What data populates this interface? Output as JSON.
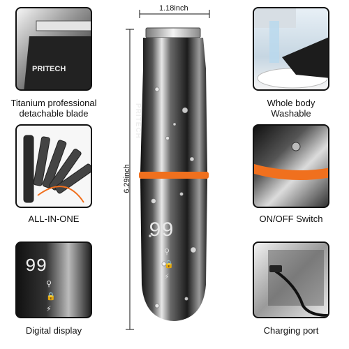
{
  "dimensions": {
    "width_label": "1.18inch",
    "height_label": "6.29inch"
  },
  "product": {
    "brand_text": "PRITECH",
    "display_digits": "99",
    "accent_color": "#f0701e"
  },
  "features": [
    {
      "caption_line1": "Titanium professional",
      "caption_line2": "detachable blade"
    },
    {
      "caption_line1": "Whole body",
      "caption_line2": "Washable"
    },
    {
      "caption_line1": "ALL-IN-ONE",
      "caption_line2": ""
    },
    {
      "caption_line1": "ON/OFF Switch",
      "caption_line2": ""
    },
    {
      "caption_line1": "Digital display",
      "caption_line2": ""
    },
    {
      "caption_line1": "Charging port",
      "caption_line2": ""
    }
  ]
}
